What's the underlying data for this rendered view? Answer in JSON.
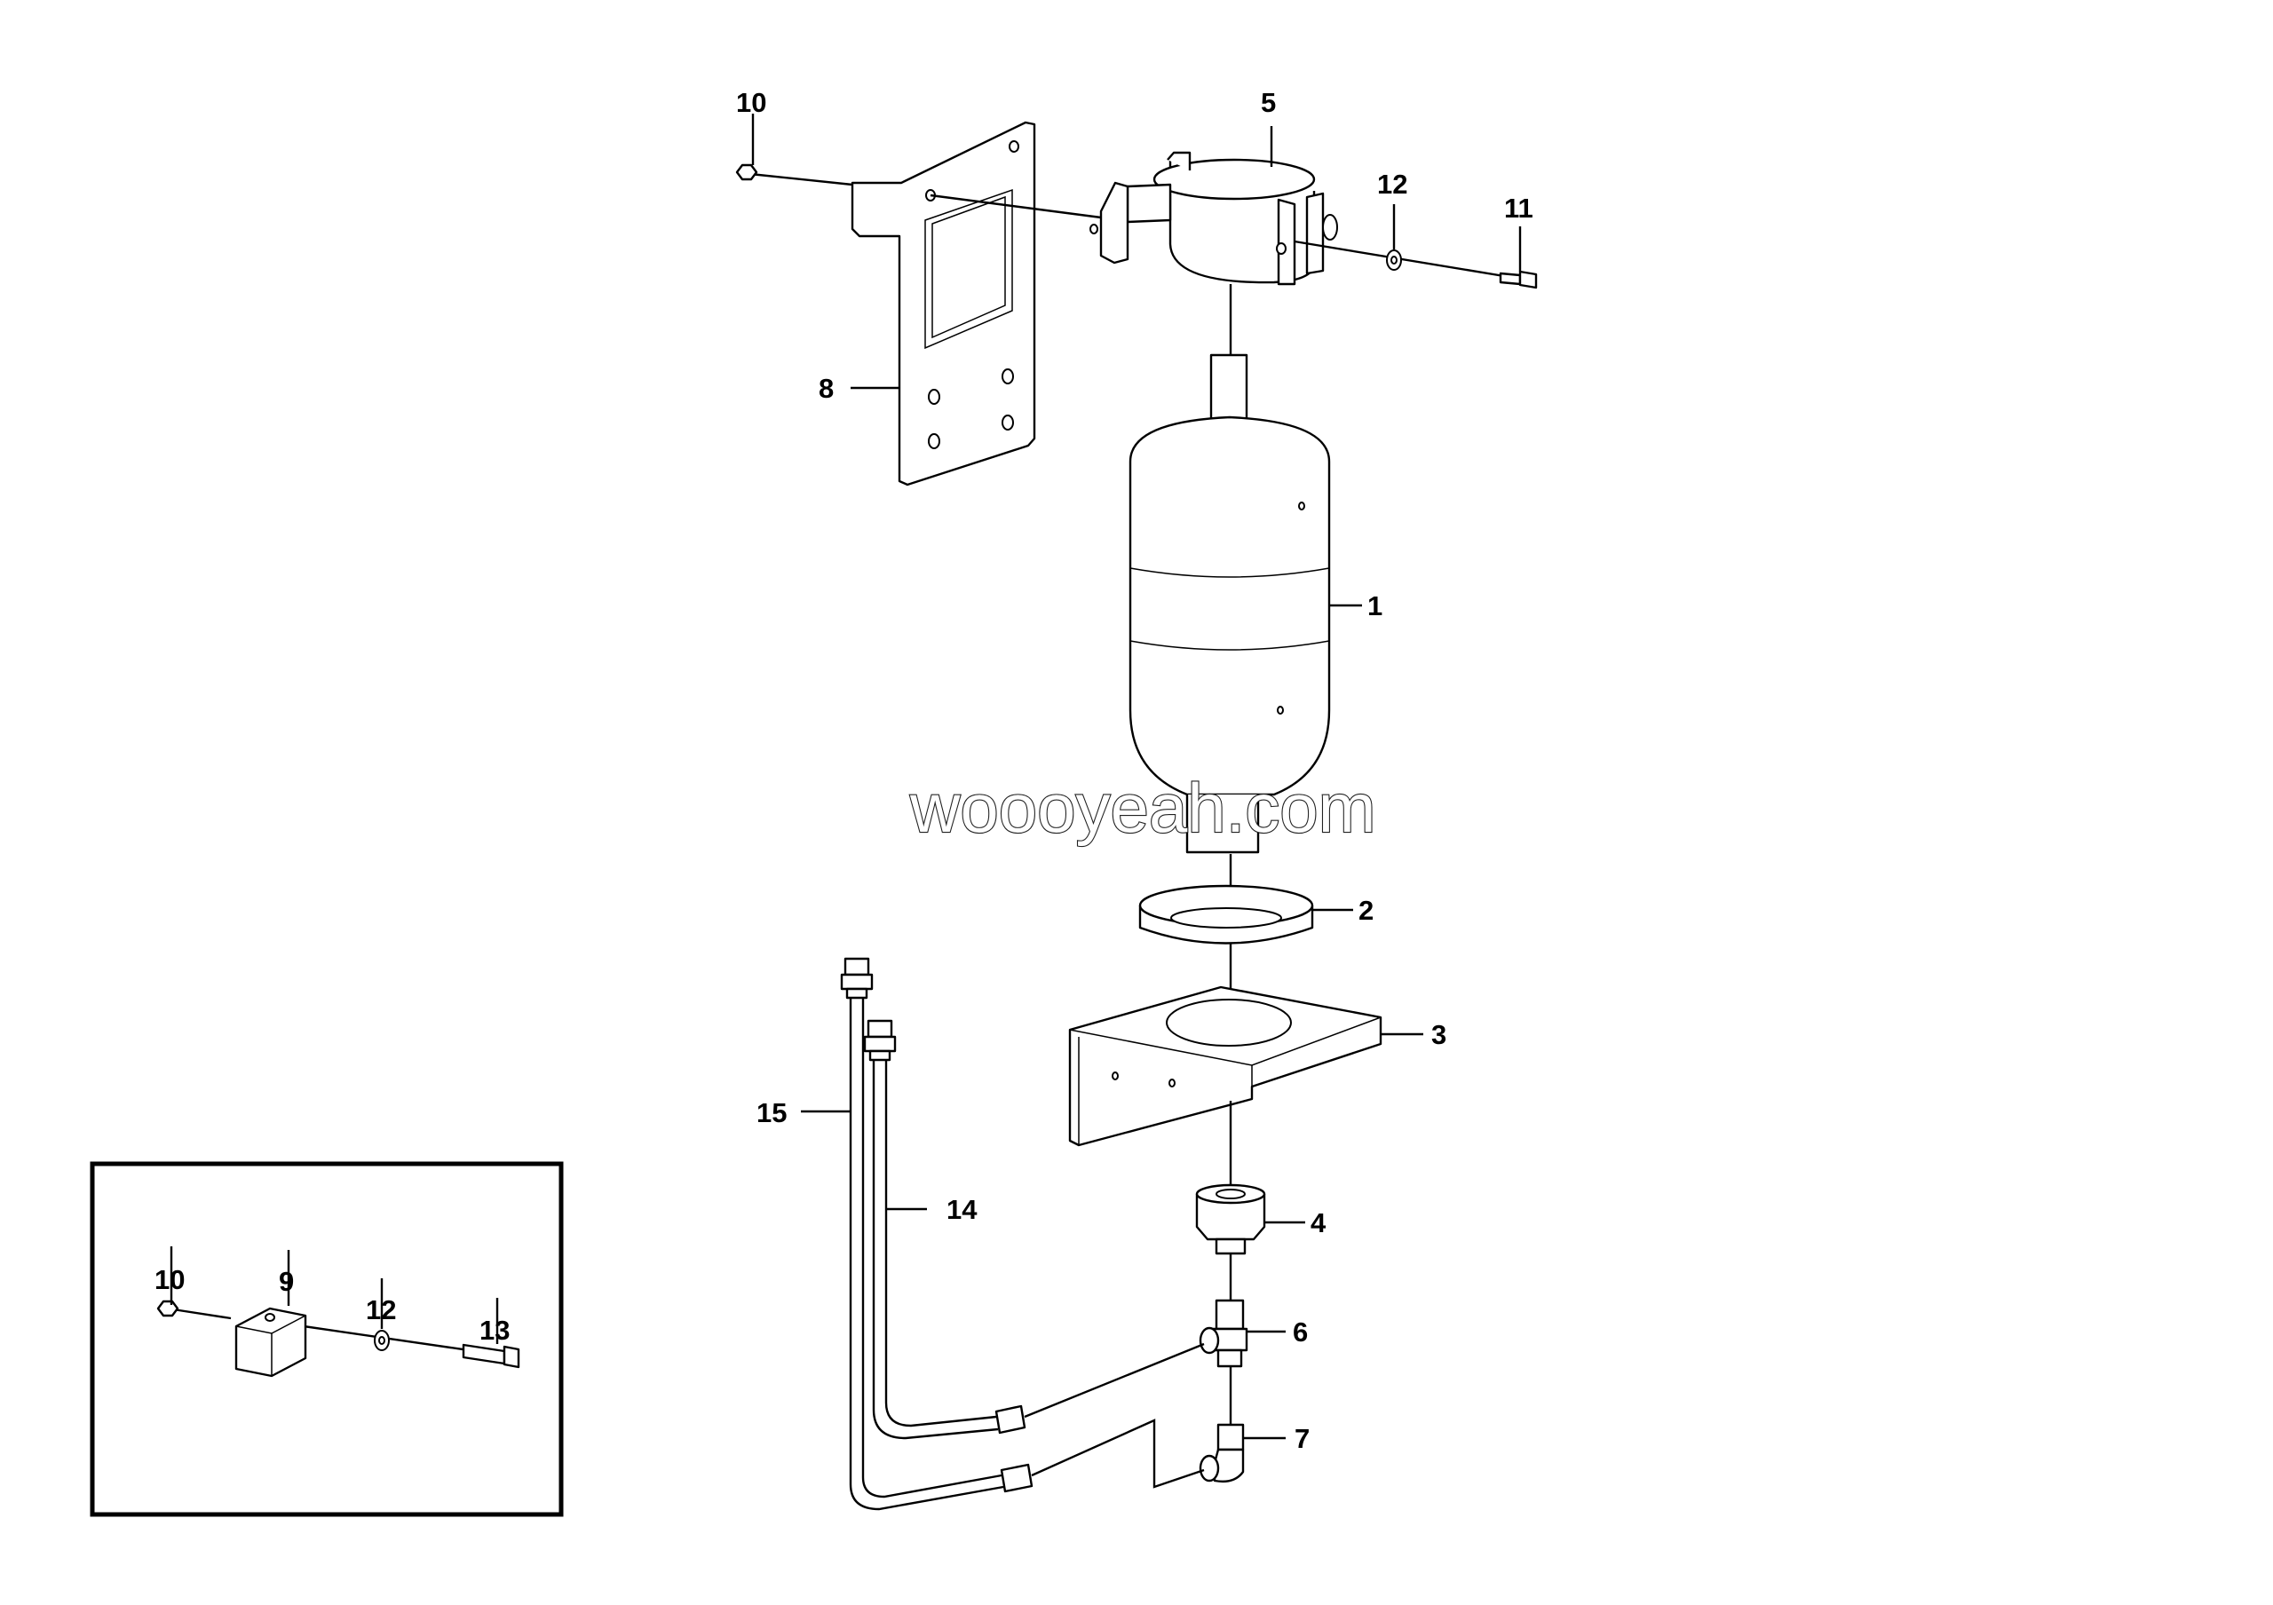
{
  "watermark": "woooyeah.com",
  "callouts": {
    "c1": "1",
    "c2": "2",
    "c3": "3",
    "c4": "4",
    "c5": "5",
    "c6": "6",
    "c7": "7",
    "c8": "8",
    "c10": "10",
    "c11": "11",
    "c12": "12",
    "c14": "14",
    "c15": "15"
  },
  "inset": {
    "c9": "9",
    "c10": "10",
    "c12": "12",
    "c13": "13"
  }
}
